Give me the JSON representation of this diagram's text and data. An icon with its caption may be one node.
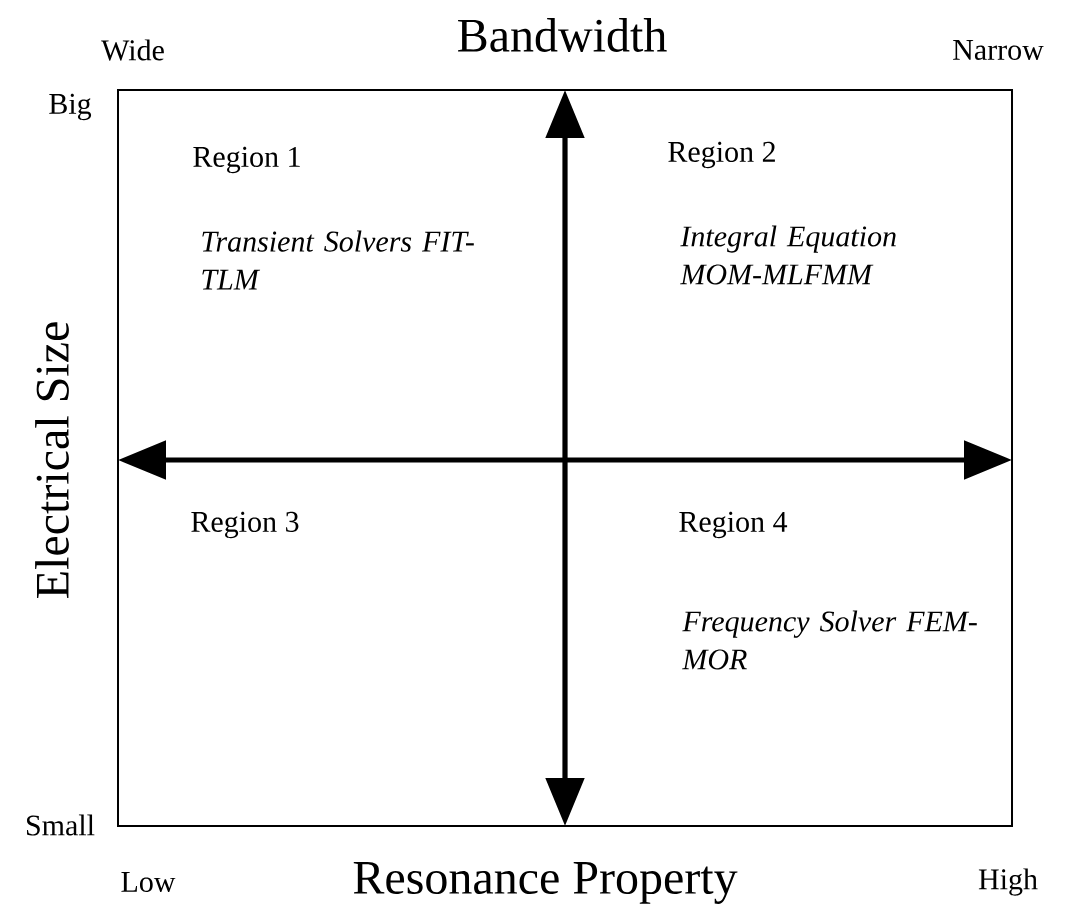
{
  "diagram": {
    "labels": [
      "Wide",
      "Bandwidth",
      "Narrow",
      "Big",
      "Region 1",
      "Region 2",
      "Transient Solvers FIT-TLM",
      "Integral Equation MOM-MLFMM",
      "Electrical Size",
      "Region 3",
      "Region 4",
      "Frequency Solver FEM-MOR",
      "Small",
      "Low",
      "Resonance Property",
      "High"
    ]
  }
}
